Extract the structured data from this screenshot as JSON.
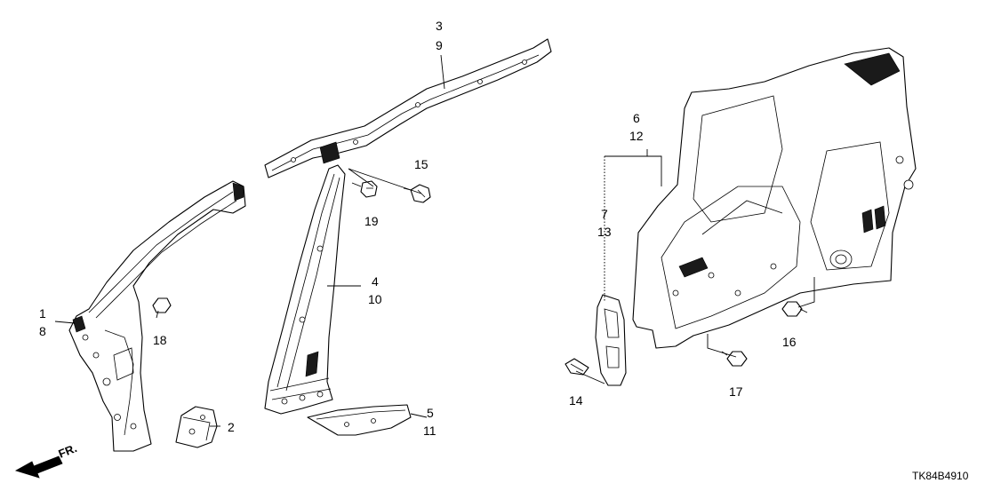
{
  "callouts": {
    "c1": "1",
    "c2": "2",
    "c3": "3",
    "c4": "4",
    "c5": "5",
    "c6": "6",
    "c7": "7",
    "c8": "8",
    "c9": "9",
    "c10": "10",
    "c11": "11",
    "c12": "12",
    "c13": "13",
    "c14": "14",
    "c15": "15",
    "c16": "16",
    "c17": "17",
    "c18": "18",
    "c19": "19"
  },
  "direction_label": "FR.",
  "diagram_code": "TK84B4910"
}
